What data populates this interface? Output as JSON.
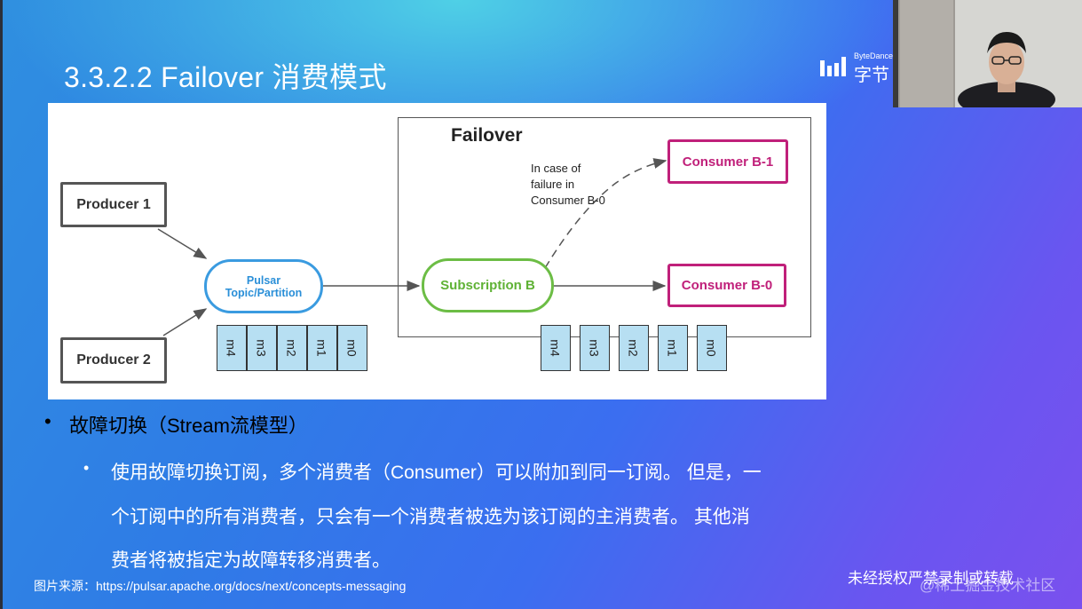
{
  "slide": {
    "title": "3.3.2.2 Failover 消费模式",
    "logo": {
      "en": "ByteDance",
      "cn": "字节"
    },
    "bullets": {
      "level1": "故障切换（Stream流模型）",
      "level2_lines": [
        "使用故障切换订阅，多个消费者（Consumer）可以附加到同一订阅。 但是，一",
        "个订阅中的所有消费者，只会有一个消费者被选为该订阅的主消费者。 其他消",
        "费者将被指定为故障转移消费者。"
      ]
    },
    "source": "图片来源：https://pulsar.apache.org/docs/next/concepts-messaging",
    "watermark_main": "未经授权严禁录制或转载",
    "watermark_overlay": "@稀土掘金技术社区"
  },
  "diagram": {
    "producer1": "Producer 1",
    "producer2": "Producer 2",
    "topic_line1": "Pulsar",
    "topic_line2": "Topic/Partition",
    "failover_label": "Failover",
    "note": "In case of failure in Consumer B-0",
    "subscription": "Subscription B",
    "consumer_b1": "Consumer B-1",
    "consumer_b0": "Consumer B-0",
    "topic_messages": [
      "m4",
      "m3",
      "m2",
      "m1",
      "m0"
    ],
    "sub_messages": [
      "m4",
      "m3",
      "m2",
      "m1",
      "m0"
    ]
  },
  "colors": {
    "consumer": "#c0207a",
    "subscription": "#6cbd45",
    "topic": "#3a9be0",
    "message_fill": "#b7dff2"
  }
}
